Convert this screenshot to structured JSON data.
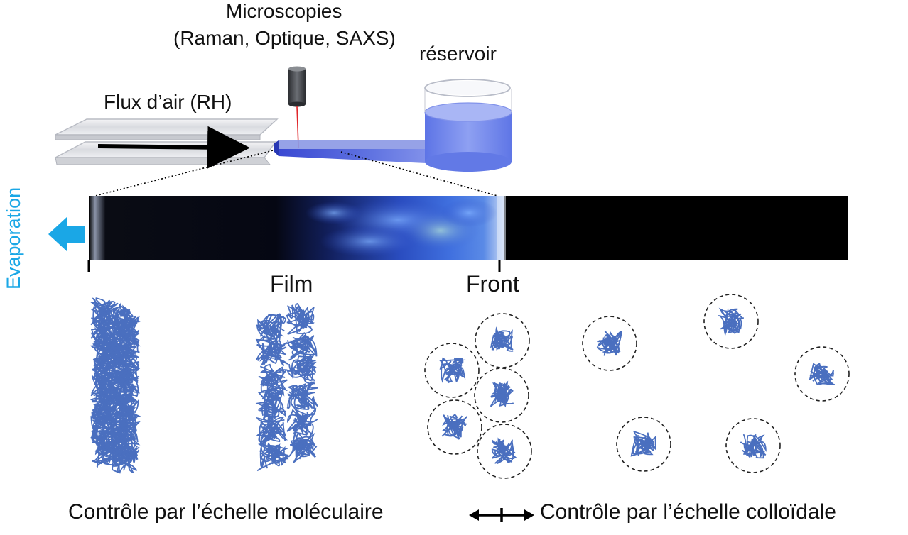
{
  "labels": {
    "microscopies_line1": "Microscopies",
    "microscopies_line2": "(Raman, Optique, SAXS)",
    "reservoir": "réservoir",
    "air_flow": "Flux d’air (RH)",
    "evaporation": "Evaporation",
    "film": "Film",
    "front": "Front",
    "bottom_left": "Contrôle par l’échelle moléculaire",
    "bottom_right": "Contrôle par l’échelle colloïdale"
  },
  "colors": {
    "evaporation": "#1aa7e6",
    "polymer_coil": "#4a6fbf",
    "channel": "#3f55d6",
    "reservoir_liquid": "#6d86ee"
  },
  "icons": {
    "evaporation_arrow": "left-arrow-icon",
    "bidirectional_arrow": "double-arrow-icon"
  }
}
